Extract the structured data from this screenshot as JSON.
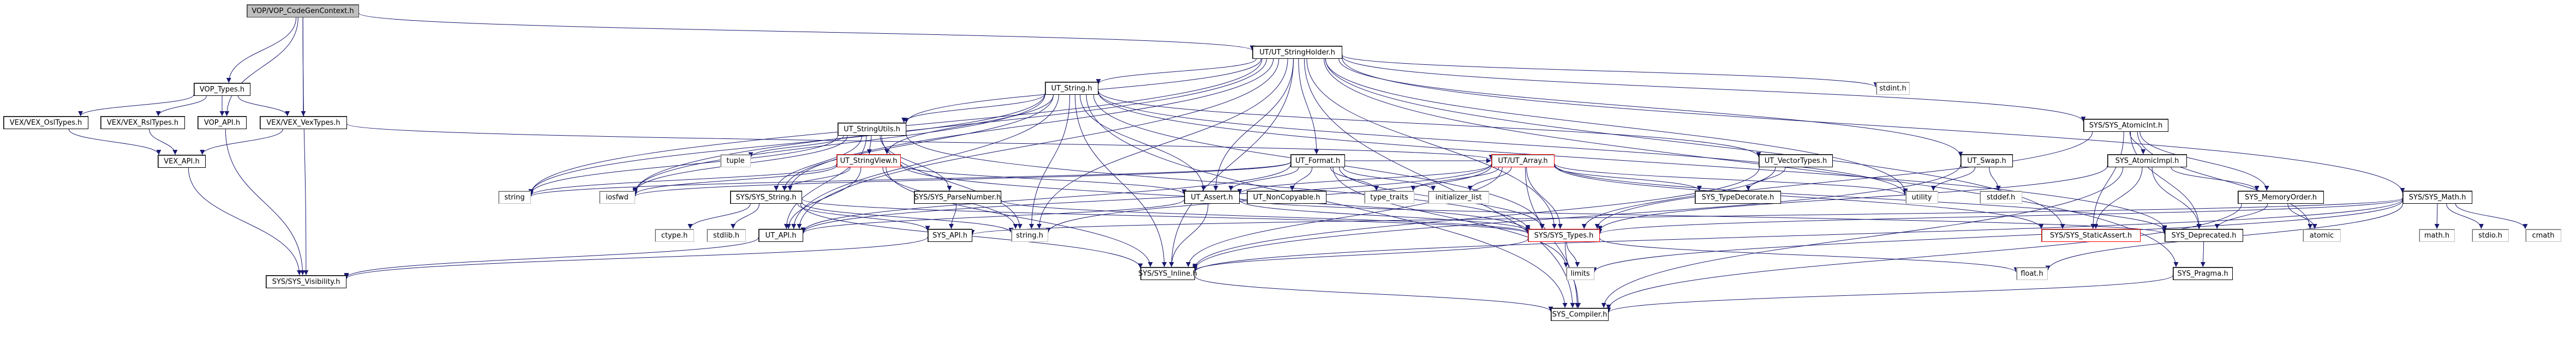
{
  "graph": {
    "title": "Include dependency graph for VOP/VOP_CodeGenContext.h",
    "edge_color": "#191970",
    "root_fill": "#bfbfbf",
    "truncated_border_color": "#ff0000",
    "external_border_color": "#bfbfbf",
    "nodes": {
      "root": "VOP/VOP_CodeGenContext.h",
      "ut_stringholder": "UT/UT_StringHolder.h",
      "vop_types": "VOP_Types.h",
      "vex_osltypes": "VEX/VEX_OslTypes.h",
      "vex_rsltypes": "VEX/VEX_RslTypes.h",
      "vop_api": "VOP_API.h",
      "vex_vextypes": "VEX/VEX_VexTypes.h",
      "vex_api": "VEX_API.h",
      "sys_visibility": "SYS/SYS_Visibility.h",
      "ut_string": "UT_String.h",
      "ut_stringutils": "UT_StringUtils.h",
      "tuple": "tuple",
      "ut_stringview": "UT_StringView.h",
      "string": "string",
      "iosfwd": "iosfwd",
      "sys_string": "SYS/SYS_String.h",
      "sys_parsenumber": "SYS/SYS_ParseNumber.h",
      "ctype": "ctype.h",
      "stdlib": "stdlib.h",
      "ut_api": "UT_API.h",
      "sys_api": "SYS_API.h",
      "string_h": "string.h",
      "ut_format": "UT_Format.h",
      "ut_assert": "UT_Assert.h",
      "ut_noncopyable": "UT_NonCopyable.h",
      "type_traits": "type_traits",
      "initializer_list": "initializer_list",
      "ut_array": "UT/UT_Array.h",
      "sys_types": "SYS/SYS_Types.h",
      "sys_inline": "SYS/SYS_Inline.h",
      "limits": "limits",
      "sys_compiler": "SYS_Compiler.h",
      "float_h": "float.h",
      "ut_vectortypes": "UT_VectorTypes.h",
      "sys_typedecorate": "SYS_TypeDecorate.h",
      "stdint": "stdint.h",
      "utility": "utility",
      "ut_swap": "UT_Swap.h",
      "stddef": "stddef.h",
      "sys_atomicint": "SYS/SYS_AtomicInt.h",
      "sys_atomicimpl": "SYS_AtomicImpl.h",
      "sys_staticassert": "SYS/SYS_StaticAssert.h",
      "sys_memoryorder": "SYS_MemoryOrder.h",
      "sys_deprecated": "SYS_Deprecated.h",
      "atomic": "atomic",
      "sys_pragma": "SYS_Pragma.h",
      "sys_math": "SYS/SYS_Math.h",
      "math_h": "math.h",
      "stdio_h": "stdio.h",
      "cmath": "cmath"
    },
    "edges": [
      [
        "root",
        "ut_stringholder"
      ],
      [
        "root",
        "vop_types"
      ],
      [
        "root",
        "vop_api"
      ],
      [
        "root",
        "vex_vextypes"
      ],
      [
        "root",
        "sys_visibility"
      ],
      [
        "vop_types",
        "vex_osltypes"
      ],
      [
        "vop_types",
        "vex_rsltypes"
      ],
      [
        "vop_types",
        "vop_api"
      ],
      [
        "vop_types",
        "vex_vextypes"
      ],
      [
        "vex_osltypes",
        "vex_api"
      ],
      [
        "vex_rsltypes",
        "vex_api"
      ],
      [
        "vex_vextypes",
        "vex_api"
      ],
      [
        "vex_vextypes",
        "ut_array"
      ],
      [
        "vex_api",
        "sys_visibility"
      ],
      [
        "vop_api",
        "sys_visibility"
      ],
      [
        "ut_stringholder",
        "ut_string"
      ],
      [
        "ut_stringholder",
        "ut_stringutils"
      ],
      [
        "ut_stringholder",
        "ut_format"
      ],
      [
        "ut_stringholder",
        "stdint"
      ],
      [
        "ut_stringholder",
        "utility"
      ],
      [
        "ut_stringholder",
        "ut_swap"
      ],
      [
        "ut_stringholder",
        "sys_atomicint"
      ],
      [
        "ut_stringholder",
        "sys_math"
      ],
      [
        "ut_stringholder",
        "ut_assert"
      ],
      [
        "ut_stringholder",
        "string"
      ],
      [
        "ut_stringholder",
        "iosfwd"
      ],
      [
        "ut_stringholder",
        "ut_api"
      ],
      [
        "ut_stringholder",
        "sys_types"
      ],
      [
        "ut_stringholder",
        "sys_staticassert"
      ],
      [
        "ut_stringholder",
        "sys_inline"
      ],
      [
        "ut_stringholder",
        "sys_compiler"
      ],
      [
        "ut_stringholder",
        "string_h"
      ],
      [
        "ut_stringholder",
        "sys_string"
      ],
      [
        "ut_stringholder",
        "sys_pragma"
      ],
      [
        "ut_string",
        "ut_stringutils"
      ],
      [
        "ut_string",
        "ut_stringview"
      ],
      [
        "ut_string",
        "ut_vectortypes"
      ],
      [
        "ut_string",
        "ut_assert"
      ],
      [
        "ut_string",
        "sys_string"
      ],
      [
        "ut_string",
        "sys_types"
      ],
      [
        "ut_string",
        "ut_api"
      ],
      [
        "ut_string",
        "string_h"
      ],
      [
        "ut_string",
        "sys_inline"
      ],
      [
        "ut_string",
        "sys_compiler"
      ],
      [
        "ut_string",
        "iosfwd"
      ],
      [
        "ut_string",
        "string"
      ],
      [
        "ut_string",
        "utility"
      ],
      [
        "ut_string",
        "sys_deprecated"
      ],
      [
        "ut_stringutils",
        "tuple"
      ],
      [
        "ut_stringutils",
        "ut_stringview"
      ],
      [
        "ut_stringutils",
        "sys_string"
      ],
      [
        "ut_stringutils",
        "sys_parsenumber"
      ],
      [
        "ut_stringutils",
        "string"
      ],
      [
        "ut_stringutils",
        "iosfwd"
      ],
      [
        "ut_stringutils",
        "ut_api"
      ],
      [
        "ut_stringutils",
        "sys_types"
      ],
      [
        "ut_stringutils",
        "string_h"
      ],
      [
        "ut_stringview",
        "ut_assert"
      ],
      [
        "ut_stringview",
        "sys_string"
      ],
      [
        "ut_stringview",
        "ut_api"
      ],
      [
        "ut_stringview",
        "string_h"
      ],
      [
        "ut_stringview",
        "iosfwd"
      ],
      [
        "ut_stringview",
        "sys_inline"
      ],
      [
        "ut_stringview",
        "string"
      ],
      [
        "ut_stringview",
        "sys_types"
      ],
      [
        "sys_string",
        "ctype"
      ],
      [
        "sys_string",
        "stdlib"
      ],
      [
        "sys_string",
        "string_h"
      ],
      [
        "sys_string",
        "sys_types"
      ],
      [
        "sys_string",
        "sys_inline"
      ],
      [
        "sys_string",
        "sys_api"
      ],
      [
        "sys_parsenumber",
        "sys_api"
      ],
      [
        "sys_parsenumber",
        "sys_types"
      ],
      [
        "ut_format",
        "ut_assert"
      ],
      [
        "ut_format",
        "ut_noncopyable"
      ],
      [
        "ut_format",
        "type_traits"
      ],
      [
        "ut_format",
        "initializer_list"
      ],
      [
        "ut_format",
        "ut_array"
      ],
      [
        "ut_format",
        "sys_types"
      ],
      [
        "ut_format",
        "ut_api"
      ],
      [
        "ut_format",
        "limits"
      ],
      [
        "ut_format",
        "iosfwd"
      ],
      [
        "ut_format",
        "string"
      ],
      [
        "ut_array",
        "type_traits"
      ],
      [
        "ut_array",
        "initializer_list"
      ],
      [
        "ut_array",
        "sys_types"
      ],
      [
        "ut_array",
        "sys_typedecorate"
      ],
      [
        "ut_array",
        "ut_assert"
      ],
      [
        "ut_array",
        "ut_api"
      ],
      [
        "ut_array",
        "sys_inline"
      ],
      [
        "ut_array",
        "sys_compiler"
      ],
      [
        "ut_array",
        "sys_deprecated"
      ],
      [
        "ut_array",
        "utility"
      ],
      [
        "ut_array",
        "sys_staticassert"
      ],
      [
        "ut_array",
        "string_h"
      ],
      [
        "ut_assert",
        "ut_api"
      ],
      [
        "ut_assert",
        "sys_inline"
      ],
      [
        "ut_assert",
        "sys_types"
      ],
      [
        "ut_assert",
        "sys_deprecated"
      ],
      [
        "ut_api",
        "sys_visibility"
      ],
      [
        "sys_api",
        "sys_visibility"
      ],
      [
        "sys_types",
        "sys_inline"
      ],
      [
        "sys_types",
        "limits"
      ],
      [
        "sys_types",
        "float_h"
      ],
      [
        "sys_types",
        "sys_compiler"
      ],
      [
        "sys_inline",
        "sys_compiler"
      ],
      [
        "ut_vectortypes",
        "sys_typedecorate"
      ],
      [
        "ut_vectortypes",
        "sys_types"
      ],
      [
        "ut_vectortypes",
        "sys_inline"
      ],
      [
        "ut_swap",
        "utility"
      ],
      [
        "ut_swap",
        "stddef"
      ],
      [
        "ut_swap",
        "sys_inline"
      ],
      [
        "sys_atomicint",
        "sys_atomicimpl"
      ],
      [
        "sys_atomicint",
        "sys_memoryorder"
      ],
      [
        "sys_atomicint",
        "sys_staticassert"
      ],
      [
        "sys_atomicint",
        "sys_types"
      ],
      [
        "sys_atomicint",
        "sys_deprecated"
      ],
      [
        "sys_atomicint",
        "atomic"
      ],
      [
        "sys_atomicimpl",
        "sys_memoryorder"
      ],
      [
        "sys_atomicimpl",
        "sys_deprecated"
      ],
      [
        "sys_atomicimpl",
        "sys_staticassert"
      ],
      [
        "sys_atomicimpl",
        "sys_types"
      ],
      [
        "sys_atomicimpl",
        "sys_compiler"
      ],
      [
        "sys_memoryorder",
        "sys_deprecated"
      ],
      [
        "sys_memoryorder",
        "atomic"
      ],
      [
        "sys_memoryorder",
        "sys_compiler"
      ],
      [
        "sys_deprecated",
        "sys_pragma"
      ],
      [
        "sys_pragma",
        "sys_compiler"
      ],
      [
        "sys_math",
        "math_h"
      ],
      [
        "sys_math",
        "stdio_h"
      ],
      [
        "sys_math",
        "cmath"
      ],
      [
        "sys_math",
        "sys_types"
      ],
      [
        "sys_math",
        "sys_inline"
      ],
      [
        "sys_math",
        "float_h"
      ],
      [
        "sys_math",
        "limits"
      ],
      [
        "sys_math",
        "sys_api"
      ]
    ]
  }
}
